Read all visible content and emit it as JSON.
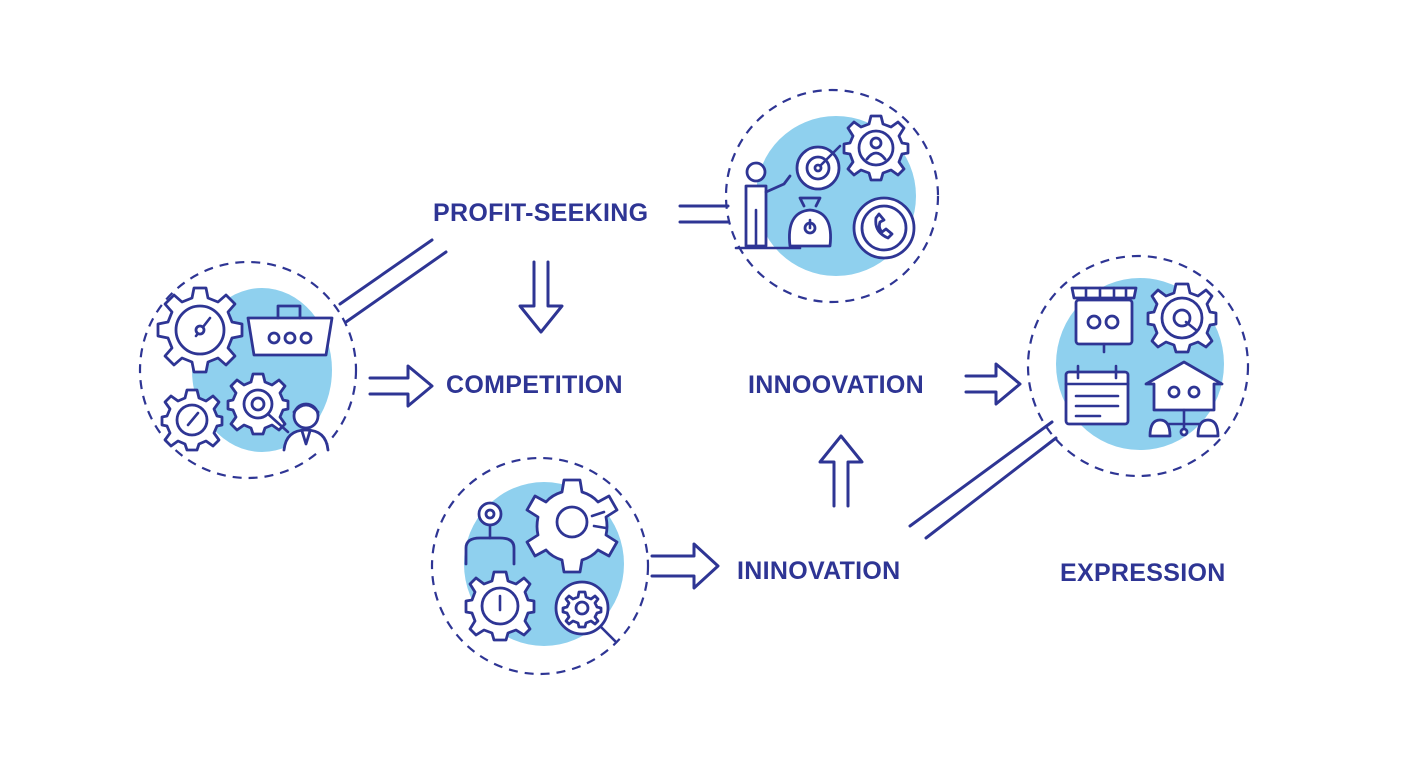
{
  "colors": {
    "line": "#2e3594",
    "accent_fill": "#8fd0ee",
    "background": "#ffffff"
  },
  "labels": {
    "profit_seeking": "PROFIT-SEEKING",
    "competition": "COMPETITION",
    "innovation_top": "INNOOVATION",
    "innovation_bottom": "ININOVATION",
    "expression": "EXPRESSION"
  },
  "icons": {
    "left_cluster": [
      "gear-gauge-icon",
      "basket-icon",
      "gear-icon",
      "gear-search-icon",
      "businessman-icon"
    ],
    "top_cluster": [
      "presenter-icon",
      "target-icon",
      "gear-person-icon",
      "scale-icon",
      "phone-icon"
    ],
    "bottom_cluster": [
      "person-pin-icon",
      "radial-gear-icon",
      "gear-power-icon",
      "gear-magnifier-icon"
    ],
    "right_cluster": [
      "billboard-icon",
      "gear-wrench-icon",
      "calendar-icon",
      "house-network-icon"
    ]
  }
}
